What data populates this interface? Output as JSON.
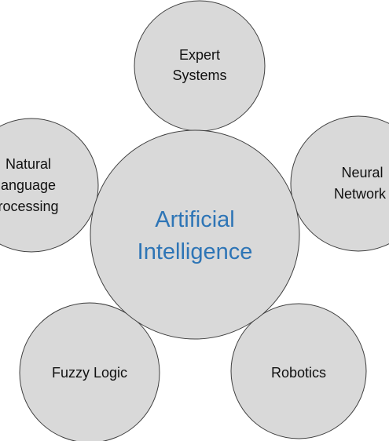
{
  "diagram": {
    "center": {
      "lines": [
        "Artificial",
        "Intelligence"
      ],
      "color": "#2e75b6"
    },
    "nodes": {
      "expert_systems": {
        "lines": [
          "Expert",
          "Systems"
        ]
      },
      "nlp": {
        "lines": [
          "Natural",
          "anguage",
          "rocessing"
        ]
      },
      "neural_networks": {
        "lines": [
          "Neural",
          "Network"
        ]
      },
      "fuzzy_logic": {
        "lines": [
          "Fuzzy Logic"
        ]
      },
      "robotics": {
        "lines": [
          "Robotics"
        ]
      }
    },
    "fill_color": "#d9d9d9",
    "stroke_color": "#3f3f3f"
  }
}
